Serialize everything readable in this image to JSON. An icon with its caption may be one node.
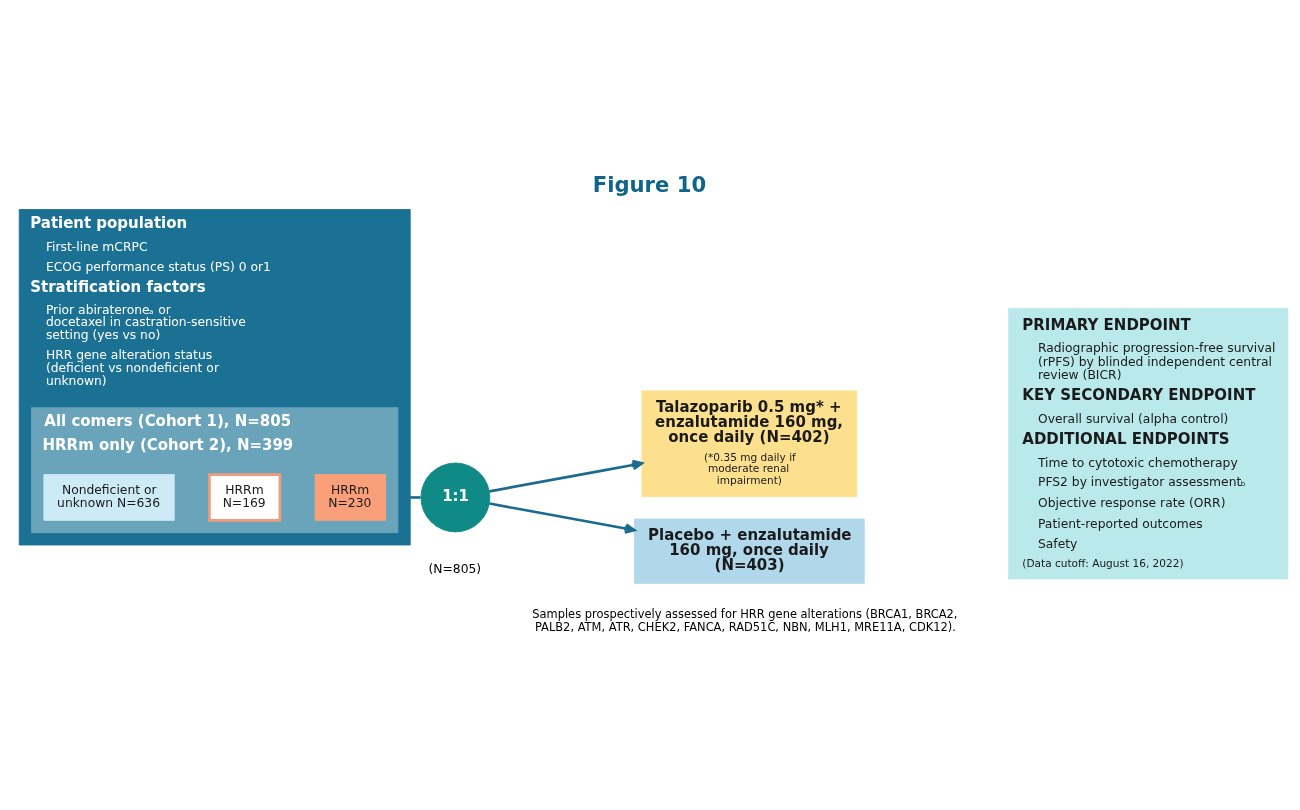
{
  "diagram": {
    "title": "Figure 10",
    "nodes": [
      {
        "text": [
          "Patient population",
          "First-line mCRPC",
          "ECOG performance status (PS) 0 or1",
          "Stratification factors",
          "Prior abiraterone$^{a}$ or docetaxel in castration-sensitive setting (yes vs no)",
          "HRR gene alteration status (deficient vs nondeficient or unknown)"
        ]
      },
      {
        "text": [
          "All comers (Cohort 1), N=805",
          "HRRm only (Cohort 2), N=399"
        ],
        "in": 0
      },
      {
        "text": [
          "Nondeficient or unknown N=636"
        ],
        "in": 1
      },
      {
        "text": [
          "HRRm N=169"
        ],
        "in": 1
      },
      {
        "text": [
          "HRRm N=230"
        ],
        "in": 1
      },
      {
        "text": [
          "1:1"
        ],
        "beside": [
          "(N=805)"
        ]
      },
      {
        "text": [
          "Talazoparib 0.5 mg* + enzalutamide 160 mg, once daily (N=402)",
          "(*0.35 mg daily if moderate renal impairment)"
        ]
      },
      {
        "text": [
          "Placebo + enzalutamide 160 mg, once daily (N=403)"
        ]
      },
      {
        "text": [
          "PRIMARY ENDPOINT",
          "Radiographic progression-free survival (rPFS) by blinded independent central review (BICR)",
          "KEY SECONDARY ENDPOINT",
          "Overall survival (alpha control)",
          "ADDITIONAL ENDPOINTS",
          "Time to cytotoxic chemotherapy",
          "PFS2 by investigator assessment$^{b}$",
          "Objective response rate (ORR)",
          "Patient-reported outcomes",
          "Safety",
          "(Data cutoff: August 16, 2022)"
        ]
      }
    ],
    "edges": [
      {
        "from": 0,
        "to": 5,
        "arrow": "none"
      },
      {
        "from": 5,
        "to": 6,
        "arrow": "to"
      },
      {
        "from": 5,
        "to": 7,
        "arrow": "to"
      }
    ],
    "labels": [
      "Samples prospectively assessed for HRR gene alterations (BRCA1, BRCA2, PALB2, ATM, ATR, CHEK2, FANCA, RAD51C, NBN, MLH1, MRE11A, CDK12)."
    ]
  }
}
